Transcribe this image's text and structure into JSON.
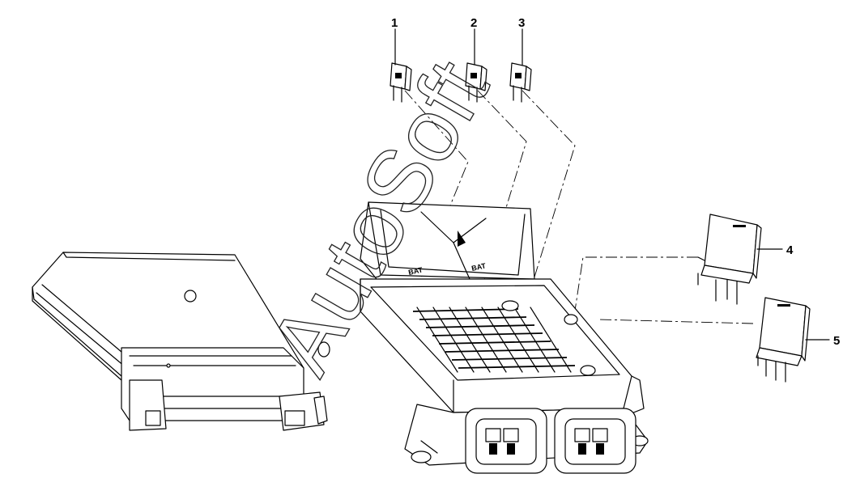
{
  "callouts": [
    {
      "number": "1"
    },
    {
      "number": "2"
    },
    {
      "number": "3"
    },
    {
      "number": "4"
    },
    {
      "number": "5"
    }
  ],
  "housing_labels": {
    "bat_left": "BAT",
    "bat_right": "BAT"
  },
  "watermark": "AutoSoft",
  "colors": {
    "line": "#000000",
    "background": "#ffffff"
  }
}
